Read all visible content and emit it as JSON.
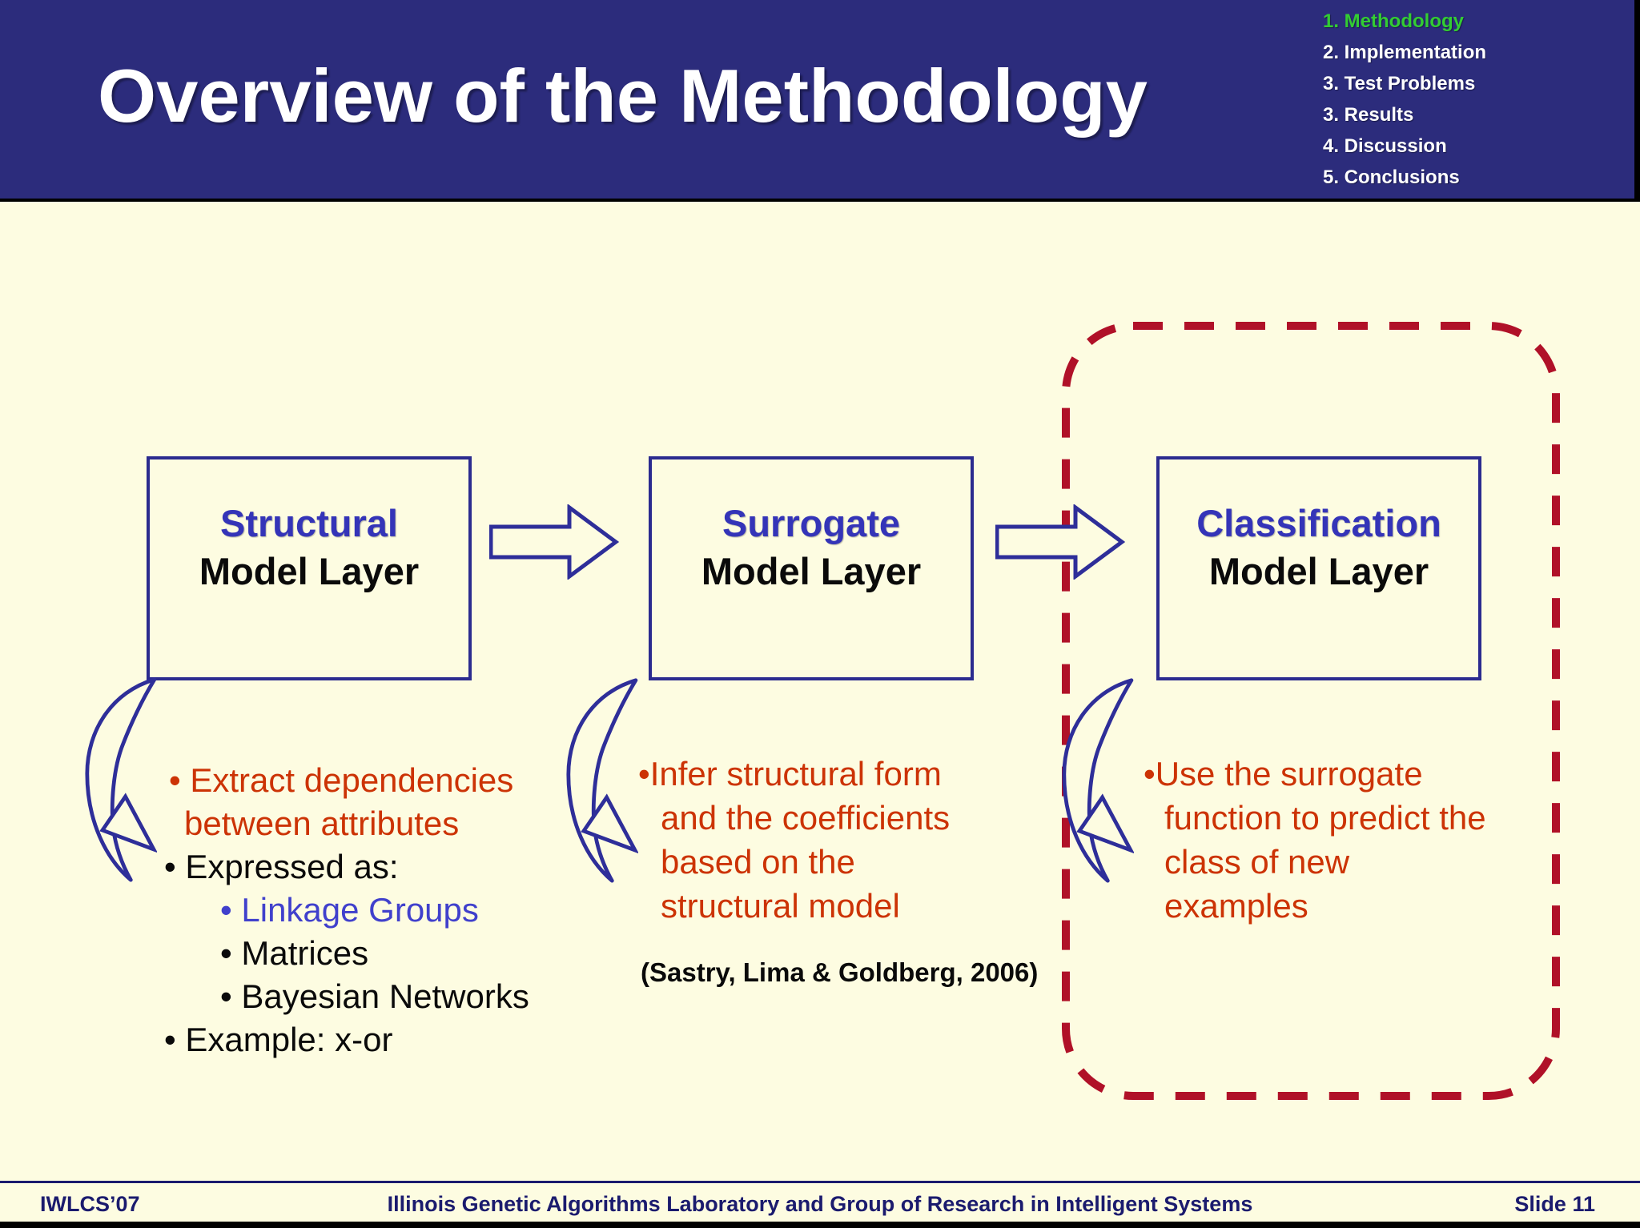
{
  "slide": {
    "title": "Overview of the Methodology",
    "agenda": [
      {
        "label": "1. Methodology"
      },
      {
        "label": "2. Implementation"
      },
      {
        "label": "3. Test Problems"
      },
      {
        "label": "3. Results"
      },
      {
        "label": "4. Discussion"
      },
      {
        "label": "5. Conclusions"
      }
    ]
  },
  "flow": {
    "boxes": [
      {
        "title": "Structural",
        "subtitle": "Model Layer"
      },
      {
        "title": "Surrogate",
        "subtitle": "Model Layer"
      },
      {
        "title": "Classification",
        "subtitle": "Model Layer"
      }
    ]
  },
  "notes": {
    "left": {
      "l1": "• Extract dependencies",
      "l2": "between attributes",
      "l3": "• Expressed as:",
      "l4": "• Linkage Groups",
      "l5": "• Matrices",
      "l6": "• Bayesian Networks",
      "l7": "• Example: x-or"
    },
    "middle": {
      "l1": "•Infer structural form",
      "l2": "and the coefficients",
      "l3": "based on the",
      "l4": "structural model",
      "citation": "(Sastry, Lima & Goldberg, 2006)"
    },
    "right": {
      "l1": "•Use the surrogate",
      "l2": "function to predict the",
      "l3": "class of new",
      "l4": "examples"
    }
  },
  "footer": {
    "left": "IWLCS’07",
    "center": "Illinois Genetic Algorithms Laboratory and Group of Research in Intelligent Systems",
    "right": "Slide 11"
  },
  "colors": {
    "header_bg": "#2C2C7C",
    "agenda_active_green": "#33CC33",
    "body_bg": "#FDFCE1",
    "shape_blue": "#2E2E99",
    "box_word_blue": "#3434B8",
    "note_orange": "#CC3305",
    "dashed_red": "#B01128",
    "footer_navy": "#1B1B6E"
  }
}
